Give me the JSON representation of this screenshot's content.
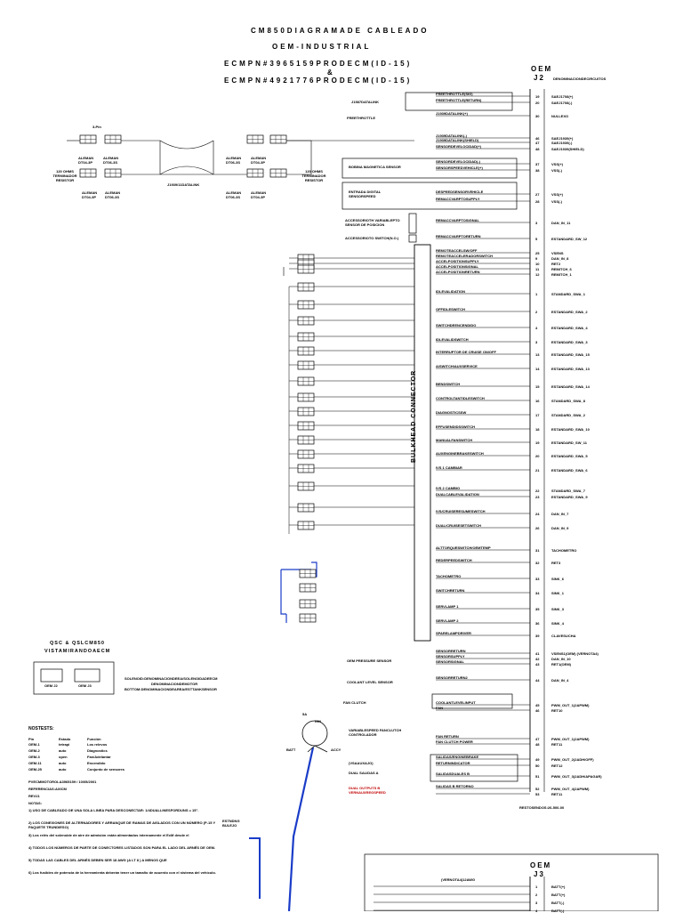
{
  "header": {
    "title1": "CM850DIAGRAMADE CABLEADO",
    "title2": "OEM-INDUSTRIAL",
    "title3": "ECMPN#3965159PRODECM(ID-15)",
    "amp": "&",
    "title4": "ECMPN#4921776PRODECM(ID-15)"
  },
  "oem_j2": {
    "oem": "OEM",
    "j2": "J2",
    "sub": "DENOMINACIONDECIRCUITOS"
  },
  "oem_j3": {
    "oem": "OEM",
    "j3": "J3"
  },
  "left_network": {
    "pin3": "3-Pin",
    "aleman_a": "ALEMAN DT04-3P",
    "aleman_b": "ALEMAN DT06-3S",
    "res1": "120 OHMS TERMINADOR RESISTOR",
    "res2": "120 OHMS TERMINADOR RESISTOR",
    "j1939": "J1939/11DATALINK"
  },
  "components": [
    {
      "key": "j1587",
      "label": "J1587DATALINK"
    },
    {
      "key": "freethrottle",
      "label": "FREETHROTTLE"
    },
    {
      "key": "bobina",
      "label": "BOBINA MAGNETICA SENSOR"
    },
    {
      "key": "entrada",
      "label": "ENTRADA DIGITAL SENSORSPEED"
    },
    {
      "key": "accelvar",
      "label": "ACCESSORIOTH VARIABLEPTO SENSOR DE POSICION"
    },
    {
      "key": "accelremote",
      "label": "ACCESSORIOTO SWITCH(N.O.)"
    },
    {
      "key": "oilpress",
      "label": "OEM PRESSURE SENSOR"
    },
    {
      "key": "coolant",
      "label": "COOLANT LEVEL SENSOR"
    },
    {
      "key": "fanclutch",
      "label": "FAN CLUTCH"
    },
    {
      "key": "varspeed",
      "label": "VARIABLESPEED FANCLUTCH CONTROLADOR"
    },
    {
      "key": "vsaaux",
      "label": "(VSAAUXAJO)"
    },
    {
      "key": "dual",
      "label": "DUAL SALIDAS A"
    },
    {
      "key": "dualred",
      "label": "DUAL OUTPUTS B VERNAUXREGSPEED"
    }
  ],
  "wire_labels": [
    "FREETHROTTLE(SIG)",
    "FREETHROTTLE(RETURN)",
    "J1939DATALINK(+)",
    "J1939DATALINK(-)",
    "J1939DATALINK(SHIELD)",
    "SENSORDEVELOCIDAD(+)",
    "SENSORDEVELOCIDAD(-)",
    "SENSORSPEEDVEHICLE(+)",
    "DESPEEDSENSORVEHICLE",
    "REMACCVARPTOSUPPLY",
    "REMACCVARPTOSIGNAL",
    "REMACCVARPTORETURN",
    "REMOTEACCELSW/OFF",
    "REMOTEACCELERADORSWITCH",
    "ACCELPOSITIONSUPPLY",
    "ACCELPOSITIONSIGNAL",
    "ACCELPOSITIONRETURN",
    "IDLEVALIDATION",
    "OFFIDLESWITCH",
    "SWITCHDEENCENDIDO",
    "IDLEVALIDSWITCH",
    "INTERRUPTOR DE CRUISE ON/OFF",
    "A/SWITCH/AUXSERVICE",
    "BENDSWITCH",
    "CONTROLTANTIDLESWITCH",
    "DIAGNOSTICSSW",
    "EFFUSENDIDSSWITCH",
    "MANUALFANSWITCH",
    "AUXENGINEBRAKESWITCH",
    "IVS 1 CAMBIAR",
    "IVS 2 CAMBIO",
    "DUALCABLEVALIDATION",
    "IVS/CRUISERESUMESWITCH",
    "DUAL/CRUISESETSWITCH",
    "ALTTORQUESWITCH/OEMTEMP",
    "REDERPEEDSWITCH",
    "TACHOMETRO",
    "SWITCHRETURN",
    "SERVLAMP 1",
    "SERVLAMP 2",
    "SPARELAMPDRIVER",
    "SENSORRETURN",
    "SENSORSUPPLY",
    "SENSORSIGNAL",
    "SENSORRETURN2",
    "COOLANTLEVELINPUT",
    "FAN",
    "FAN RETURN",
    "FAN CLUTCH POWER",
    "SALIDAS/ENGINEBRAKE",
    "RETURNINDICATOR",
    "SALIDASDUALES B",
    "SALIDAS B RETORNO"
  ],
  "right_pins": [
    {
      "n": "19",
      "name": "SAEJ1708(+)"
    },
    {
      "n": "20",
      "name": "SAEJ1708(-)"
    },
    {
      "n": "30",
      "name": "NULLEXO"
    },
    {
      "n": "46",
      "name": "SAEJ1939(+)"
    },
    {
      "n": "47",
      "name": "SAEJ1939(-)"
    },
    {
      "n": "48",
      "name": "SAEJ1939(SHIELD)"
    },
    {
      "n": "37",
      "name": "VSS(+)"
    },
    {
      "n": "38",
      "name": "VSS(-)"
    },
    {
      "n": "27",
      "name": "VSS(+)"
    },
    {
      "n": "28",
      "name": "VSS(-)"
    },
    {
      "n": "3",
      "name": "DAN_IN_11"
    },
    {
      "n": "5",
      "name": "ESTANDARD_SW_12"
    },
    {
      "n": "25",
      "name": "VSENS"
    },
    {
      "n": "9",
      "name": "DAN_IN_8"
    },
    {
      "n": "10",
      "name": "RET2"
    },
    {
      "n": "11",
      "name": "REMITCH_6"
    },
    {
      "n": "12",
      "name": "REMITCH_1"
    },
    {
      "n": "1",
      "name": "STANDARD_SWA_1"
    },
    {
      "n": "2",
      "name": "ESTANDARD_SWA_2"
    },
    {
      "n": "4",
      "name": "ESTANDARD_SWA_4"
    },
    {
      "n": "3",
      "name": "ESTANDARD_SWA_3"
    },
    {
      "n": "13",
      "name": "ESTANDARD_SWA_15"
    },
    {
      "n": "14",
      "name": "ESTANDARD_SWA_13"
    },
    {
      "n": "15",
      "name": "ESTANDARD_SWA_14"
    },
    {
      "n": "16",
      "name": "STANDARD_SWA_8"
    },
    {
      "n": "17",
      "name": "STANDARD_SWA_2"
    },
    {
      "n": "18",
      "name": "ESTANDARD_SWA_10"
    },
    {
      "n": "19",
      "name": "ESTANDARD_SW_11"
    },
    {
      "n": "20",
      "name": "ESTANDARD_SWA_5"
    },
    {
      "n": "21",
      "name": "ESTANDARD_SWA_6"
    },
    {
      "n": "22",
      "name": "STANDARD_SWA_7"
    },
    {
      "n": "23",
      "name": "ESTANDARD_SWA_9"
    },
    {
      "n": "24",
      "name": "DAN_IN_7"
    },
    {
      "n": "26",
      "name": "DAN_IN_9"
    },
    {
      "n": "31",
      "name": "TACHOMETRO"
    },
    {
      "n": "32",
      "name": "RET3"
    },
    {
      "n": "33",
      "name": "SINK_6"
    },
    {
      "n": "34",
      "name": "SINK_1"
    },
    {
      "n": "35",
      "name": "SINK_3"
    },
    {
      "n": "36",
      "name": "SINK_4"
    },
    {
      "n": "39",
      "name": "CLAVESUCHA"
    },
    {
      "n": "41",
      "name": "VSENS1(OEM)  (VERNOTA4)"
    },
    {
      "n": "42",
      "name": "DAN_IN_10"
    },
    {
      "n": "43",
      "name": "RET1(OEM)"
    },
    {
      "n": "44",
      "name": "DAN_IN_4"
    },
    {
      "n": "45",
      "name": "PWM_OUT_1(2APWM)"
    },
    {
      "n": "46",
      "name": "RET10"
    },
    {
      "n": "47",
      "name": "PWM_OUT_1(2APWM)"
    },
    {
      "n": "48",
      "name": "RET11"
    },
    {
      "n": "49",
      "name": "PWM_OUT_2(2ADH/OFF)"
    },
    {
      "n": "50",
      "name": "RET12"
    },
    {
      "n": "51",
      "name": "PWM_OUT_3(2ADH/APAGAR)"
    },
    {
      "n": "52",
      "name": "PWM_OUT_4(2APWM)"
    },
    {
      "n": "53",
      "name": "RET11"
    }
  ],
  "bulkhead": "BULKHEAD CONNECTOR",
  "qsc": {
    "title": "QSC & QSLCM850",
    "subtitle": "VISTAMIRANDOAECM",
    "conn_a": "OEM J2",
    "conn_b": "OEM J3",
    "note1": "SOLENOID:DENOMINACIONDEEA/SOLENOIDADEECM",
    "note2": "DENOMINACIONDEMOTOR",
    "note3": "BOTTOM:DENOMINACIONDEAREA/ESTTANKSENSOR"
  },
  "notes": {
    "heading": "NOSTESTS:",
    "table_header": [
      "Pin",
      "Estado",
      "Función"
    ],
    "table_rows": [
      [
        "OEM-1",
        "tetrapi",
        "Los relevos"
      ],
      [
        "OEM-2",
        "auto",
        "Diagnostics"
      ],
      [
        "OEM-3",
        "open",
        "Fan/Adelantar"
      ],
      [
        "OEM-11",
        "auto",
        "Encendido"
      ],
      [
        "OEM-25",
        "auto",
        "Conjunto de sensores"
      ]
    ],
    "revision": "PVECMMOTOROLA3965159  /  10/05/2001",
    "ref": "REFERENCIAS:AXICM",
    "rev": "REV21",
    "notas": "NOTAS:",
    "items": [
      "1) USO DE CABLEADO DE UNA SOLA LINEA PARA DESCONECTAR: 1/4DUALLINESFORDUNS   = 15\".",
      "2) LOS CONEXIONES DE ALTERNADORES Y ARRANQUE DE RAMAS DE AISLADOS CON UN NÚMERO (P-15 Y PAQUETE TRUNDIESO)",
      "3) Los relés del solenoide de aire de admisión están alimentados internamente el EcM desde el",
      "4) TODOS LOS NÚMEROS DE PARTE DE CONECTORES LISTADOS SON PARA EL LADO DEL ARNÉS DE OEM.",
      "5) TODAS LAS CABLES DEL ARNÉS DEBEN SER 18 AWG (A LT 8 ) A MENOS QUE",
      "6) Los fusibles de potencia de la herramienta deberán tener un tamaño de acuerdo con el sistema del vehículo."
    ]
  },
  "bottom": {
    "ignition": "IGN",
    "batt": "BATT",
    "accy": "ACCY",
    "relay": "ESTNDNG BULEJO",
    "wire_j3": "(VERNOTA4)12AWG",
    "rp_note": "RESTOSENDOS:26-500-00",
    "j3_pins": [
      {
        "n": "1",
        "name": "BATT(+)"
      },
      {
        "n": "2",
        "name": "BATT(+)"
      },
      {
        "n": "3",
        "name": "BATT(-)"
      },
      {
        "n": "4",
        "name": "BATT(-)"
      }
    ],
    "label_5a": "5A"
  }
}
